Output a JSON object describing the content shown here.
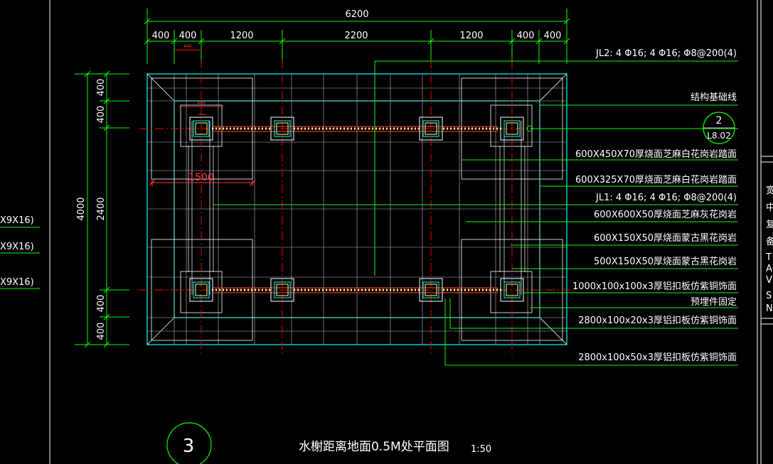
{
  "colors": {
    "background": "#000000",
    "dimension": "#00ff00",
    "outline": "#00ffff",
    "hatch": "#ffffff",
    "centerline": "#ff0000",
    "rebar": "#ffff00",
    "text": "#ffffff"
  },
  "dimensions": {
    "top_total": "6200",
    "top_segments": [
      "400",
      "400",
      "1200",
      "2200",
      "1200",
      "400",
      "400"
    ],
    "inner_small": "400",
    "left_total": "4000",
    "left_segments": [
      "400",
      "400",
      "2400",
      "400",
      "400"
    ],
    "span": "1500",
    "column_tag": "400"
  },
  "callout": {
    "number": "2",
    "sheet": "L8.02"
  },
  "labels": [
    "JL2: 4 Φ16; 4 Φ16; Φ8@200(4)",
    "结构基础线",
    "600X450X70厚烧面芝麻白花岗岩踏面",
    "600X325X70厚烧面芝麻白花岗岩踏面",
    "JL1: 4 Φ16; 4 Φ16; Φ8@200(4)",
    "600X600X50厚烧面芝麻灰花岗岩",
    "600X150X50厚烧面蒙古黑花岗岩",
    "500X150X50厚烧面蒙古黑花岗岩",
    "1000x100x100x3厚铝扣板仿紫铜饰面",
    "预埋件固定",
    "2800x100x20x3厚铝扣板仿紫铜饰面",
    "2800x100x50x3厚铝扣板仿紫铜饰面"
  ],
  "left_fragments": [
    "X9X16)",
    "X9X16)",
    "X9X16)"
  ],
  "right_fragments": [
    "宽",
    "中",
    "复",
    "备",
    "T",
    "A",
    "V",
    "S",
    "N"
  ],
  "title": {
    "number": "3",
    "text": "水榭距离地面0.5M处平面图",
    "scale": "1:50"
  }
}
